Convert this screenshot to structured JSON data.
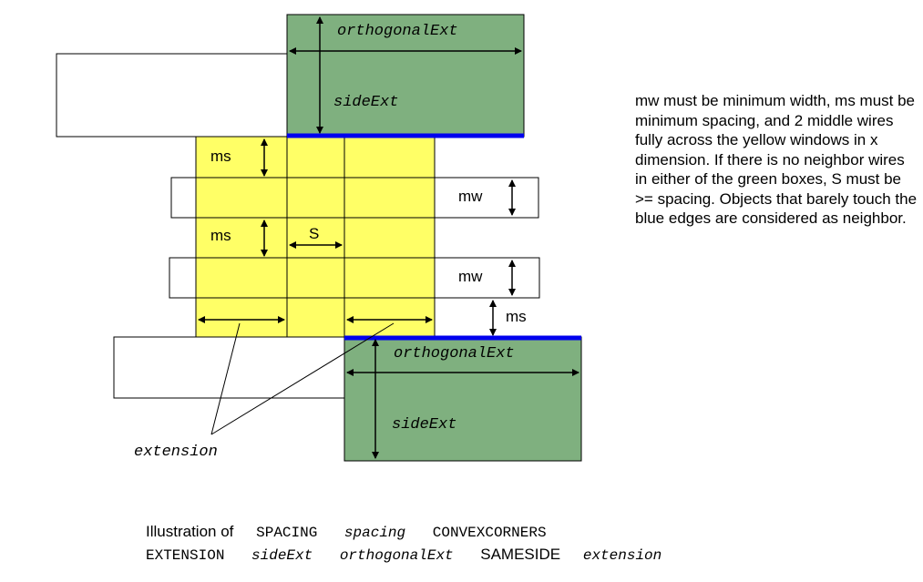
{
  "colors": {
    "green_fill": "#7fb07f",
    "yellow_fill": "#ffff66",
    "blue_edge": "#0000ee",
    "outline": "#000000",
    "wire_fill": "#ffffff"
  },
  "diagram": {
    "top_green": {
      "orthogonal_label": "orthogonalExt",
      "side_label": "sideExt"
    },
    "bottom_green": {
      "orthogonal_label": "orthogonalExt",
      "side_label": "sideExt"
    },
    "labels": {
      "ms_top": "ms",
      "ms_middle": "ms",
      "ms_bottom": "ms",
      "mw_top": "mw",
      "mw_bottom": "mw",
      "spacing": "S",
      "extension": "extension"
    }
  },
  "description": "mw must be minimum width, ms must be minimum spacing, and 2 middle wires fully across the yellow windows in x dimension. If there is no neighbor wires in either of the green boxes, S must be >= spacing. Objects that barely touch the blue edges are considered as neighbor.",
  "caption": {
    "line1": [
      {
        "text": "Illustration of ",
        "style": "sans"
      },
      {
        "text": "SPACING ",
        "style": "mono"
      },
      {
        "text": "spacing ",
        "style": "mono-italic"
      },
      {
        "text": "CONVEXCORNERS",
        "style": "mono"
      }
    ],
    "line2": [
      {
        "text": "EXTENSION ",
        "style": "sans"
      },
      {
        "text": "sideExt ",
        "style": "mono-italic"
      },
      {
        "text": "orthogonalExt ",
        "style": "mono-italic"
      },
      {
        "text": "SAMESIDE ",
        "style": "sans"
      },
      {
        "text": "extension",
        "style": "mono-italic"
      }
    ]
  }
}
